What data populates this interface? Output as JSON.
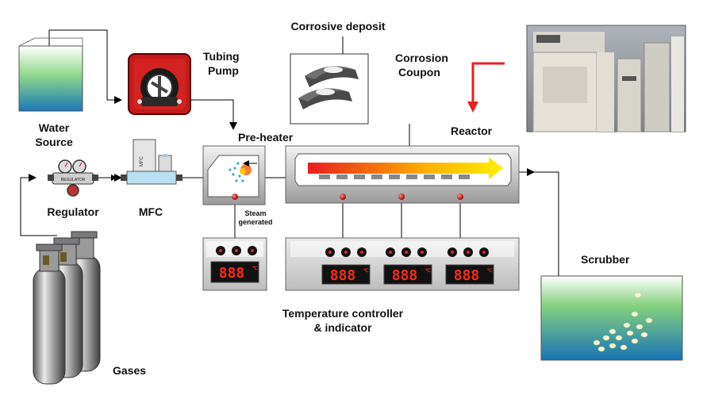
{
  "labels": {
    "tubing_pump_1": "Tubing",
    "tubing_pump_2": "Pump",
    "corrosive_deposit": "Corrosive deposit",
    "corrosion_coupon_1": "Corrosion",
    "corrosion_coupon_2": "Coupon",
    "water_source_1": "Water",
    "water_source_2": "Source",
    "pre_heater": "Pre-heater",
    "reactor": "Reactor",
    "regulator": "Regulator",
    "mfc": "MFC",
    "steam_1": "Steam",
    "steam_2": "generated",
    "scrubber": "Scrubber",
    "temp_ctrl_1": "Temperature controller",
    "temp_ctrl_2": "& indicator",
    "gases": "Gases"
  },
  "device_text": {
    "display_digits": "888",
    "display_unit": "℃",
    "mfc_body": "MFC",
    "regulator_plate": "REGULATOR"
  },
  "colors": {
    "pump_red": "#c41a1a",
    "arrow_red": "#e82020",
    "arrow_yellow": "#ffee00",
    "water_blue": "#1976b8",
    "water_green": "#7ed47e",
    "display_red": "#ff2a1a"
  }
}
